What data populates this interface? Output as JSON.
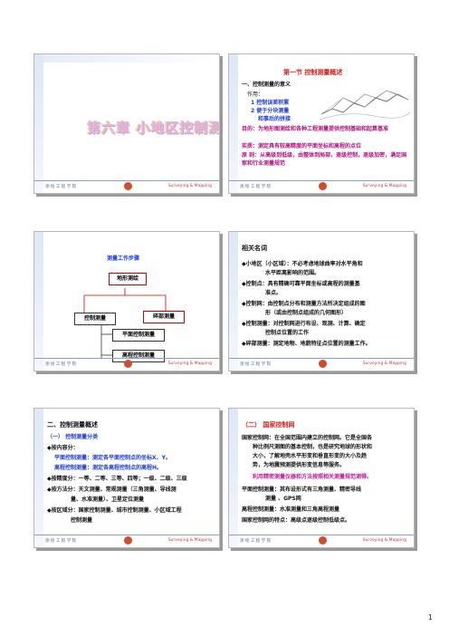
{
  "footer": {
    "left": "测 绘 工 程 学 院",
    "right": "Surveying & Mapping"
  },
  "slide1": {
    "title": "第六章 小地区控制测量"
  },
  "slide2": {
    "title": "第一节 控制测量概述",
    "heading": "一、控制测量的意义",
    "role_label": "作用：",
    "roles": [
      "1 控制误差积累",
      "2 便于分块测量",
      "和事后的拼接"
    ],
    "purpose": "目的：为地形图测绘和各种工程测量提供控制基础和起算基准",
    "essence": "实质：测定具有较高精度的平面坐标和高程的点位",
    "principle": "原 则：从高级到低级，由整体到局部，逐级控制，逐级加密，满足国家和行业测量规范"
  },
  "slide3": {
    "title": "测量工作步骤",
    "boxes": [
      "地形测绘",
      "控制测量",
      "碎部测量",
      "平面控制测量",
      "高程控制测量"
    ]
  },
  "slide4": {
    "title": "相关名词",
    "items": [
      "◆小地区（小区域）：不必考虑地球曲率对水平角和",
      "水平距离影响的范围。",
      "◆控制点：具有精确可靠平面坐标或高程的测量基",
      "准点。",
      "◆控制网：由控制点分布和测量方法所决定组成的图",
      "形（或由控制点组成的几何图形）",
      "◆控制测量：对控制网进行布设、观测、计算、确定",
      "控制点位置的工作",
      "◆碎部测量：测定地物、地貌特征点位置的测量工作。"
    ]
  },
  "slide5": {
    "heading": "二、控制测量概述",
    "subheading": "（一） 控制测量分类",
    "lines": [
      "◆按内容分：",
      "平面控制测量：测定各平面控制点的坐标X、Y。",
      "高程控制测量：测定各高程控制点的高程H。",
      "◆按精度分：一等、二等、三等、四等；一级、二级、三级",
      "◆按方法分：天文测量、常规测量（三角测量、导线测",
      "量、水准测量）、卫星定位测量",
      "◆按区域分：国家控制测量、城市控制测量、小区域工程",
      "控制测量"
    ]
  },
  "slide6": {
    "heading": "（二） 国家控制网",
    "lines": [
      "国家控制网：在全国范围内建立的控制网。它是全国各",
      "种比例尺测图的基本控制，也是研究地球的形状和",
      "大小，了解地壳水平形变和垂直形变的大小及趋",
      "势，为地震预测提供形变信息等服务。",
      "利用精密测量仪器和方法按照相关测量规范测得。",
      "平面控制测量：其布设形式有三角测量、精密导线",
      "测量 、GPS网",
      "高程控制测量：水准测量和三角高程测量",
      "国家控制网的特点：高级点逐级控制低级点。"
    ]
  },
  "page_number": "1"
}
